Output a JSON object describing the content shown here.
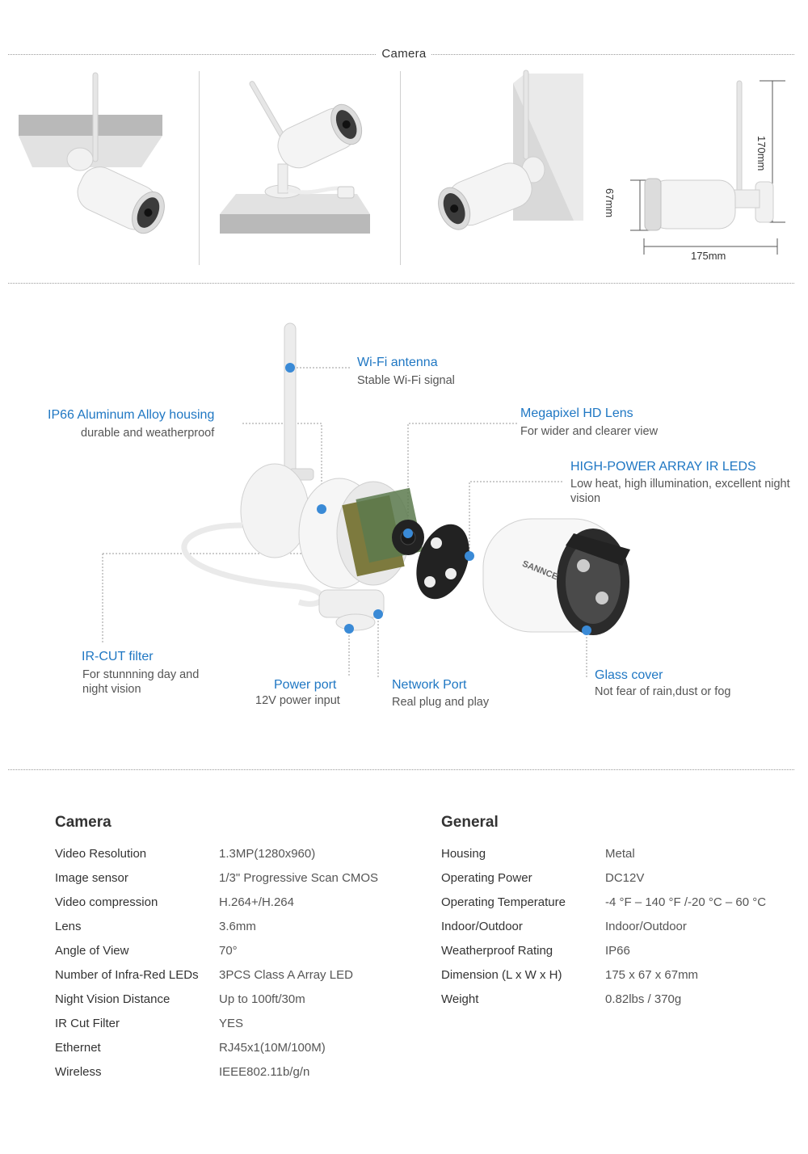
{
  "header": {
    "title": "Camera"
  },
  "dimensions": {
    "height": "170mm",
    "depth": "67mm",
    "length": "175mm"
  },
  "callouts": {
    "wifi": {
      "title": "Wi-Fi antenna",
      "desc": "Stable Wi-Fi signal"
    },
    "housing": {
      "title": "IP66 Aluminum Alloy housing",
      "desc": "durable and weatherproof"
    },
    "lens": {
      "title": "Megapixel HD Lens",
      "desc": "For wider and clearer view"
    },
    "ir_leds": {
      "title": "HIGH-POWER ARRAY IR LEDS",
      "desc": "Low heat, high illumination, excellent night vision"
    },
    "ircut": {
      "title": "IR-CUT  filter",
      "desc": "For stunnning day and night vision"
    },
    "power": {
      "title": "Power port",
      "desc": "12V power input"
    },
    "network": {
      "title": "Network Port",
      "desc": "Real plug and play"
    },
    "glass": {
      "title": "Glass cover",
      "desc": "Not fear of rain,dust or fog"
    }
  },
  "brand": "SANNCE",
  "specs": {
    "camera": {
      "heading": "Camera",
      "rows": [
        {
          "key": "Video Resolution",
          "value": "1.3MP(1280x960)"
        },
        {
          "key": "Image sensor",
          "value": "1/3\" Progressive Scan CMOS"
        },
        {
          "key": "Video compression",
          "value": "H.264+/H.264"
        },
        {
          "key": "Lens",
          "value": "3.6mm"
        },
        {
          "key": "Angle of View",
          "value": "70°"
        },
        {
          "key": "Number of Infra-Red LEDs",
          "value": "3PCS Class A Array LED"
        },
        {
          "key": "Night Vision Distance",
          "value": "Up to 100ft/30m"
        },
        {
          "key": "IR Cut Filter",
          "value": "YES"
        },
        {
          "key": "Ethernet",
          "value": "RJ45x1(10M/100M)"
        },
        {
          "key": "Wireless",
          "value": "IEEE802.11b/g/n"
        }
      ]
    },
    "general": {
      "heading": "General",
      "rows": [
        {
          "key": "Housing",
          "value": "Metal"
        },
        {
          "key": "Operating Power",
          "value": "DC12V"
        },
        {
          "key": "Operating Temperature",
          "value": "-4 °F – 140 °F /-20 °C – 60 °C"
        },
        {
          "key": "Indoor/Outdoor",
          "value": "Indoor/Outdoor"
        },
        {
          "key": "Weatherproof Rating",
          "value": "IP66"
        },
        {
          "key": "Dimension (L x W x H)",
          "value": "175 x 67 x 67mm"
        },
        {
          "key": "Weight",
          "value": "0.82lbs / 370g"
        }
      ]
    }
  },
  "colors": {
    "accent": "#1f77c3",
    "dot": "#3a8ad6",
    "rule": "#9a9a9a"
  }
}
